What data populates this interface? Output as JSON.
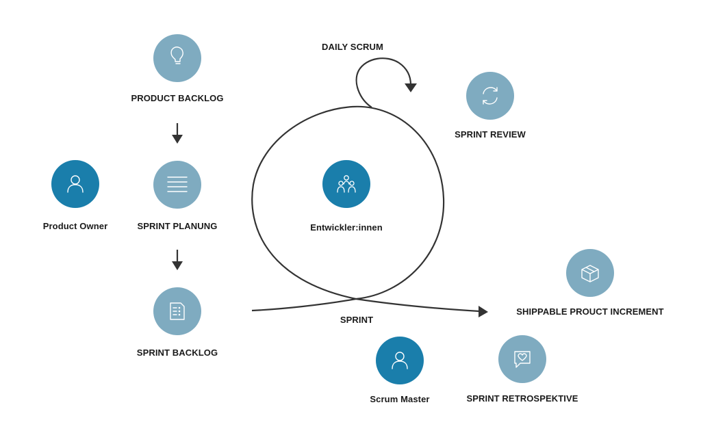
{
  "colors": {
    "light_node": "#7fabc0",
    "dark_node": "#1a7eab",
    "icon_stroke": "#ffffff",
    "line": "#333333",
    "text": "#1a1a1a"
  },
  "nodes": {
    "product_backlog": {
      "label": "PRODUCT BACKLOG",
      "icon": "lightbulb-icon"
    },
    "sprint_planung": {
      "label": "SPRINT PLANUNG",
      "icon": "list-lines-icon"
    },
    "sprint_backlog": {
      "label": "SPRINT BACKLOG",
      "icon": "document-list-icon"
    },
    "product_owner": {
      "label": "Product Owner",
      "icon": "person-icon"
    },
    "entwickler": {
      "label": "Entwickler:innen",
      "icon": "team-icon"
    },
    "sprint_review": {
      "label": "SPRINT REVIEW",
      "icon": "refresh-icon"
    },
    "increment": {
      "label": "SHIPPABLE PROUCT INCREMENT",
      "icon": "box-icon"
    },
    "scrum_master": {
      "label": "Scrum Master",
      "icon": "person-icon"
    },
    "retrospektive": {
      "label": "SPRINT RETROSPEKTIVE",
      "icon": "chat-heart-icon"
    }
  },
  "labels": {
    "daily_scrum": "DAILY SCRUM",
    "sprint": "SPRINT"
  }
}
